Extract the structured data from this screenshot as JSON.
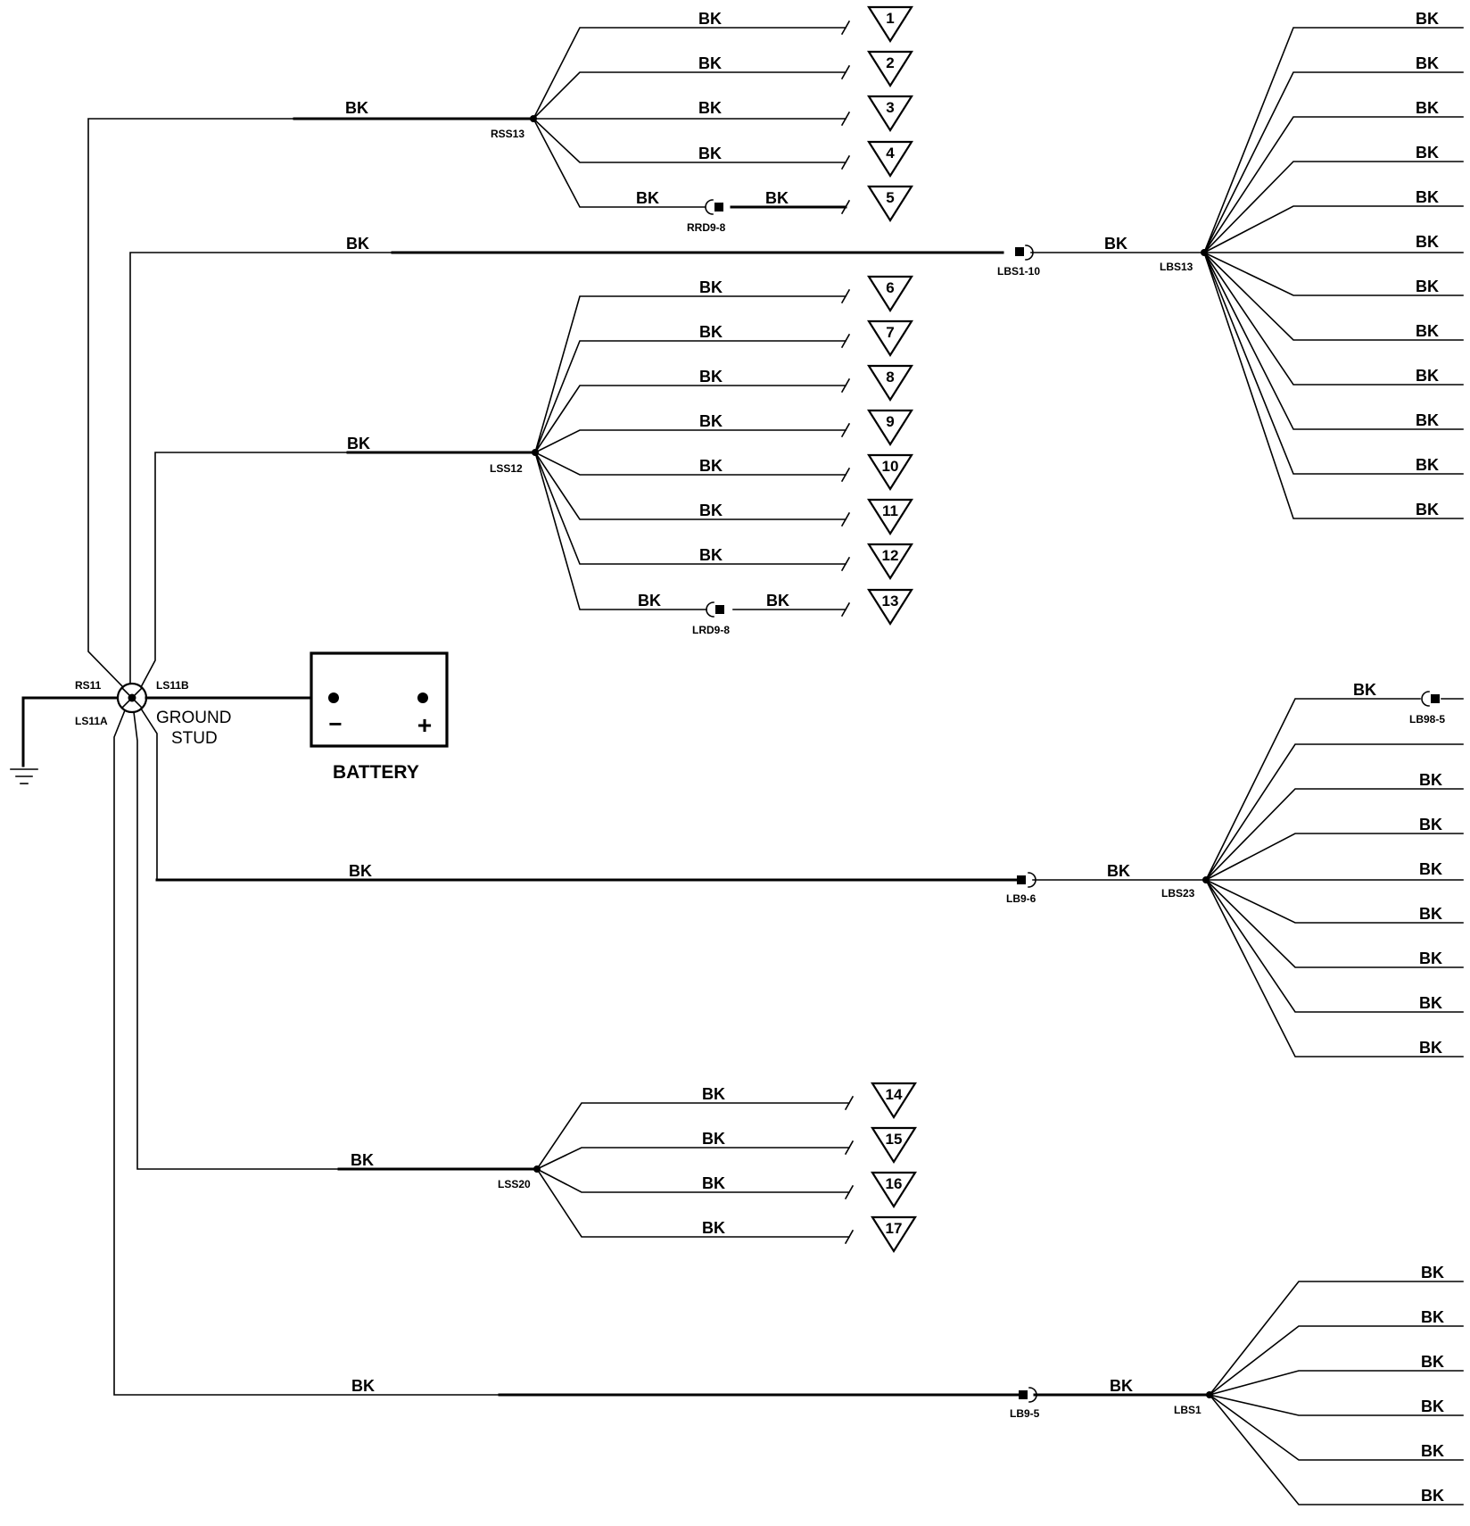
{
  "ground_stud": {
    "label_line1": "GROUND",
    "label_line2": "STUD",
    "splices": [
      "RS11",
      "LS11B",
      "LS11A"
    ]
  },
  "battery": {
    "label": "BATTERY",
    "neg": "−",
    "pos": "+"
  },
  "wire_color": "BK",
  "rs13": {
    "name": "RSS13",
    "connector": "RRD9-8",
    "refs": [
      "1",
      "2",
      "3",
      "4",
      "5"
    ]
  },
  "lbs13_trunk": {
    "connector": "LBS1-10",
    "splice": "LBS13"
  },
  "ls12": {
    "name": "LSS12",
    "connector": "LRD9-8",
    "refs": [
      "6",
      "7",
      "8",
      "9",
      "10",
      "11",
      "12",
      "13"
    ]
  },
  "lbs23_trunk": {
    "connector": "LB9-6",
    "splice": "LBS23",
    "end_connector": "LB98-5"
  },
  "ls20": {
    "name": "LSS20",
    "refs": [
      "14",
      "15",
      "16",
      "17"
    ]
  },
  "lbs1_trunk": {
    "connector": "LB9-5",
    "splice": "LBS1"
  }
}
